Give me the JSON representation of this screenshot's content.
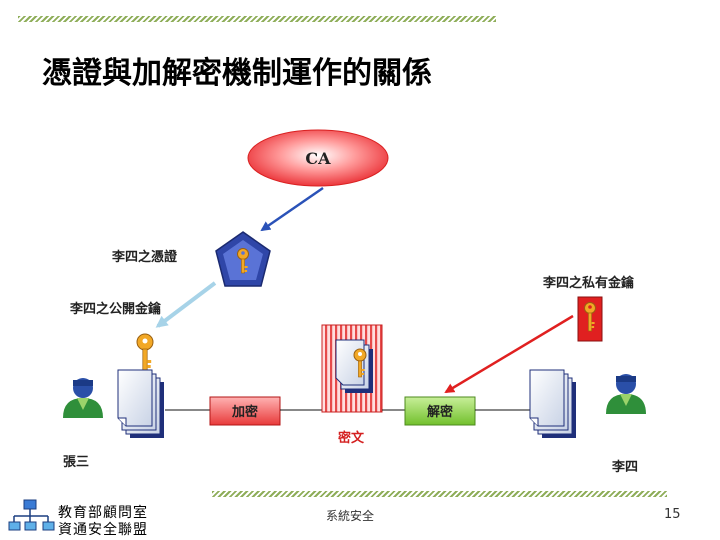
{
  "slide": {
    "title": "憑證與加解密機制運作的關係",
    "footer": "系統安全",
    "page_number": "15",
    "org_line1": "教育部顧問室",
    "org_line2": "資通安全聯盟"
  },
  "diagram": {
    "ca": "CA",
    "certificate_label": "李四之憑證",
    "public_key_label": "李四之公開金鑰",
    "private_key_label": "李四之私有金鑰",
    "encrypt": "加密",
    "decrypt": "解密",
    "ciphertext": "密文",
    "sender": "張三",
    "receiver": "李四"
  },
  "colors": {
    "accent_green": "#8fae5a",
    "ca_red": "#e8252b",
    "cert_blue": "#2f46a8",
    "key_gold": "#f2a826",
    "arrow_blue": "#2a52b8",
    "arrow_red": "#e02020",
    "arrow_lightblue": "#a7d3e8"
  }
}
